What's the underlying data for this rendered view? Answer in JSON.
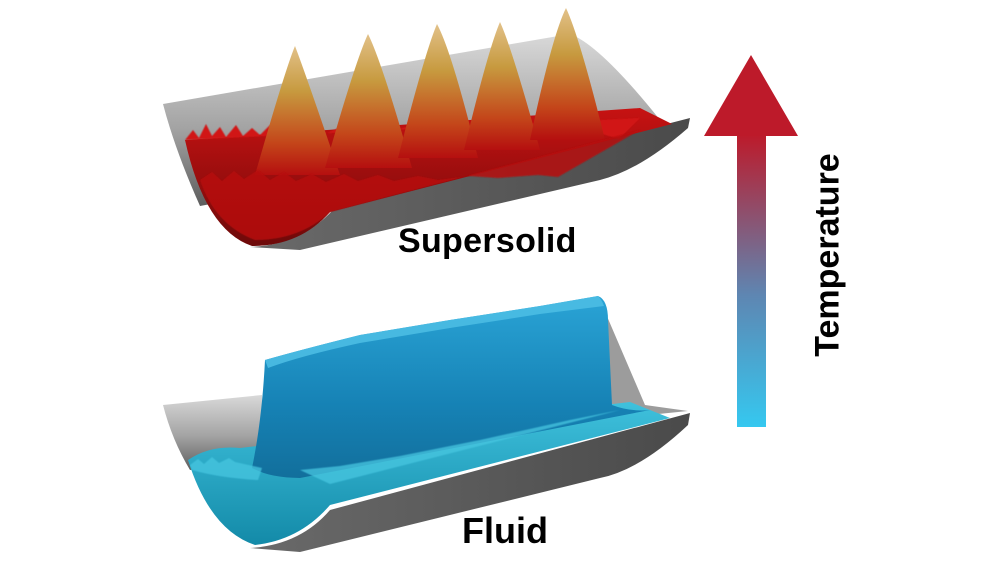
{
  "panels": {
    "top": {
      "label": "Supersolid",
      "peak_count": 5,
      "colors": {
        "base": "#b80d0d",
        "peak": "#c9a35a",
        "dark": "#5a0808"
      }
    },
    "bottom": {
      "label": "Fluid",
      "colors": {
        "base": "#1590c0",
        "light": "#3fb6dc",
        "dark": "#0d4f70"
      }
    }
  },
  "trough_color": "#8c8c8c",
  "arrow": {
    "label": "Temperature",
    "colors": {
      "head": "#bd1a2a",
      "tail": "#35c8f0"
    }
  }
}
